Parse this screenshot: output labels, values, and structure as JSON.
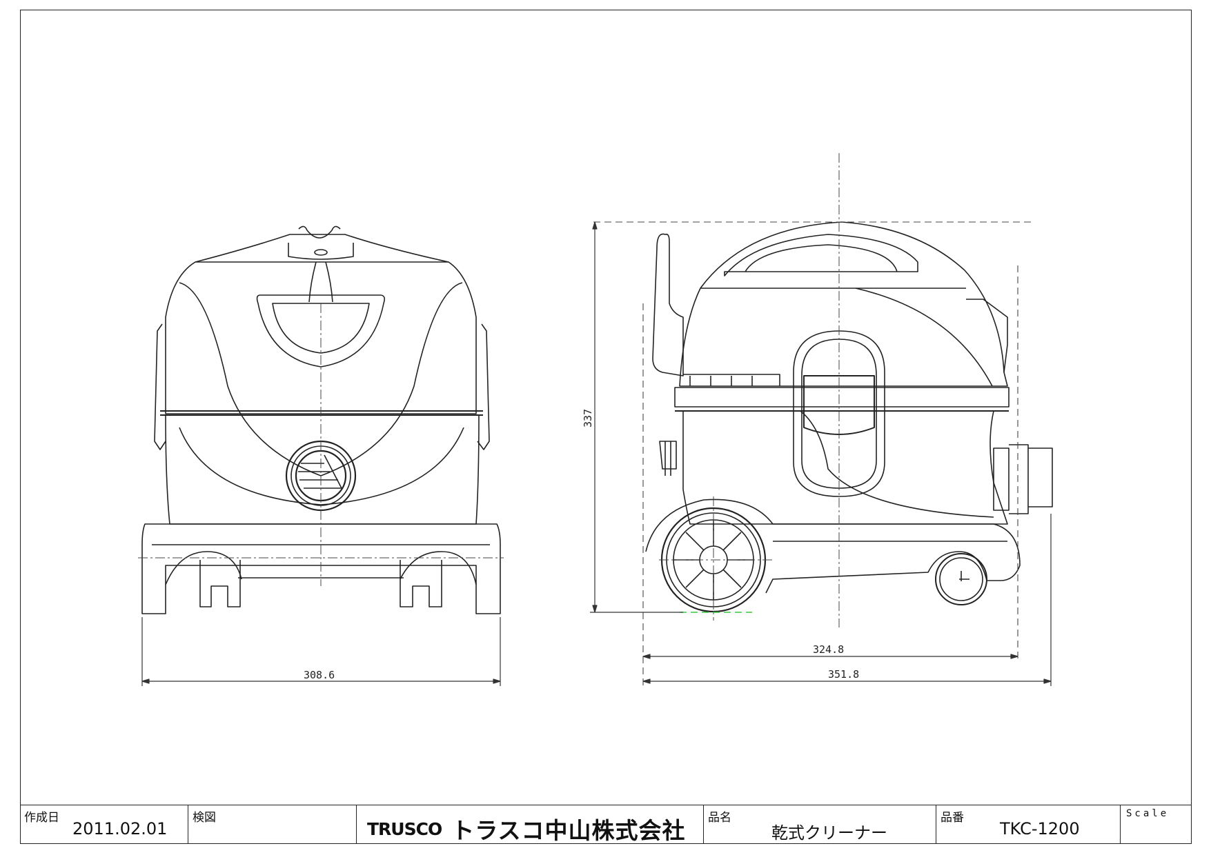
{
  "drawing": {
    "views": [
      {
        "name": "front-view",
        "width_dimension": "308.6"
      },
      {
        "name": "side-view",
        "height_dimension": "337",
        "body_width_dimension": "324.8",
        "overall_width_dimension": "351.8"
      }
    ]
  },
  "title_block": {
    "created_label": "作成日",
    "created_date": "2011.02.01",
    "checked_label": "検図",
    "checked_value": "",
    "company_brand": "TRUSCO",
    "company_name": "トラスコ中山株式会社",
    "product_name_label": "品名",
    "product_name": "乾式クリーナー",
    "product_number_label": "品番",
    "product_number": "TKC-1200",
    "scale_label": "Scale",
    "scale_value": ""
  }
}
